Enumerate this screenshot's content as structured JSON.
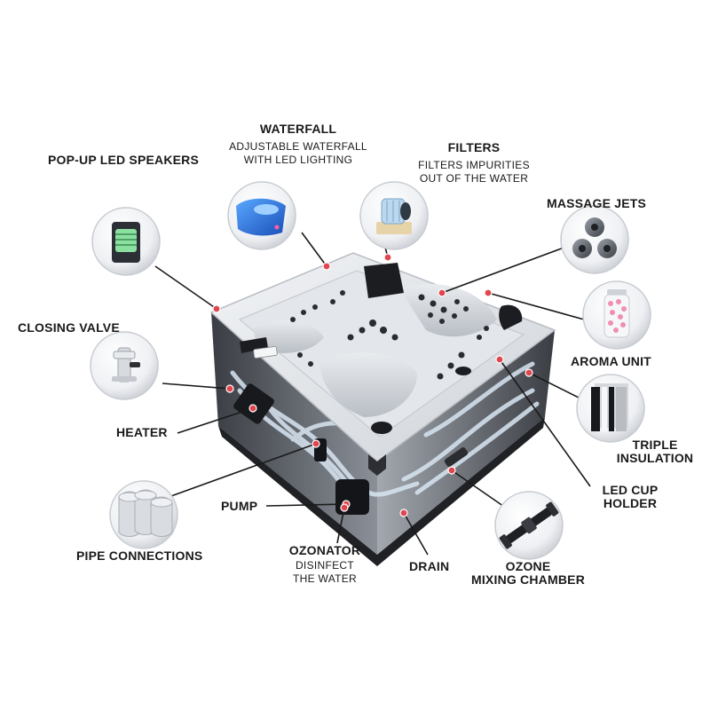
{
  "labels": {
    "waterfall": {
      "title": "WATERFALL",
      "desc_line1": "ADJUSTABLE WATERFALL",
      "desc_line2": "WITH LED LIGHTING"
    },
    "filters": {
      "title": "FILTERS",
      "desc_line1": "FILTERS IMPURITIES",
      "desc_line2": "OUT OF THE WATER"
    },
    "popup_speakers": {
      "title": "POP-UP LED SPEAKERS"
    },
    "massage_jets": {
      "title": "MASSAGE JETS"
    },
    "closing_valve": {
      "title": "CLOSING VALVE"
    },
    "aroma_unit": {
      "title": "AROMA UNIT"
    },
    "heater": {
      "title": "HEATER"
    },
    "triple_insulation": {
      "line1": "TRIPLE",
      "line2": "INSULATION"
    },
    "pump": {
      "title": "PUMP"
    },
    "led_cup_holder": {
      "line1": "LED CUP",
      "line2": "HOLDER"
    },
    "pipe_connections": {
      "title": "PIPE CONNECTIONS"
    },
    "ozonator": {
      "title": "OZONATOR",
      "desc_line1": "DISINFECT",
      "desc_line2": "THE WATER"
    },
    "drain": {
      "title": "DRAIN"
    },
    "ozone_mixing": {
      "line1": "OZONE",
      "line2": "MIXING CHAMBER"
    }
  },
  "icons": {
    "speakers": "led-speaker-icon",
    "waterfall": "waterfall-icon",
    "filters": "filter-cartridge-icon",
    "massage_jets": "jet-nozzles-icon",
    "aroma": "aroma-unit-icon",
    "closing_valve": "valve-icon",
    "insulation": "insulation-layers-icon",
    "pipe_connections": "pipe-fittings-icon",
    "ozone_mixing": "mixing-chamber-icon"
  },
  "colors": {
    "marker": "#e0464e",
    "tub_shell": "#dfe2e6",
    "cabinet": "#2c2e33"
  }
}
